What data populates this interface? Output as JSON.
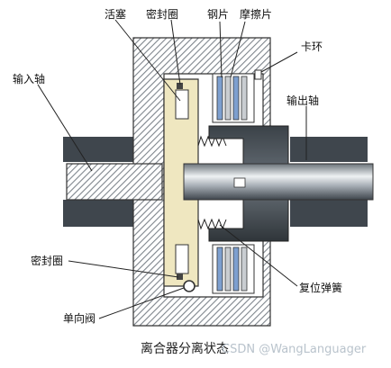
{
  "labels": {
    "piston": "活塞",
    "seal_top": "密封圈",
    "steel_plate": "钢片",
    "friction_plate": "摩擦片",
    "snap_ring": "卡环",
    "input_shaft": "输入轴",
    "output_shaft": "输出轴",
    "seal_bottom": "密封圈",
    "return_spring": "复位弹簧",
    "check_valve": "单向阀"
  },
  "caption": "离合器分离状态",
  "watermark": "CSDN @WangLanguager",
  "colors": {
    "housing_hatch": "#7e858c",
    "piston_fill": "#efe7c0",
    "shaft_light": "#d4d9de",
    "shaft_dark": "#454c53",
    "plate_blue": "#7d9fcf",
    "plate_grey": "#c9cdd1"
  }
}
